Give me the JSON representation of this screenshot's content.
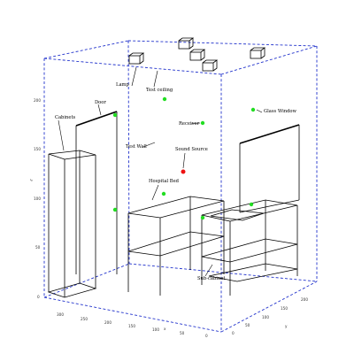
{
  "labels": {
    "lamp": "Lamp",
    "test_ceiling": "Test ceiling",
    "receiver": "Receiver",
    "glass_window": "Glass Window",
    "door": "Door",
    "cabinets": "Cabinets",
    "test_wall": "Test Wall",
    "sound_source": "Sound Source",
    "hospital_bed": "Hospital Bed",
    "sub_cabinet": "Sub-cabinet",
    "z_axis": "z",
    "x_axis": "x",
    "y_axis": "y"
  },
  "ticks": {
    "z": [
      "200",
      "150",
      "100",
      "50",
      "0"
    ],
    "x": [
      "300",
      "250",
      "200",
      "150",
      "100",
      "50",
      "0"
    ],
    "y": [
      "0",
      "50",
      "100",
      "150",
      "200"
    ]
  },
  "colors": {
    "room_outline": "#2233cc",
    "receiver": "#22dd22",
    "source": "#ee1111"
  }
}
